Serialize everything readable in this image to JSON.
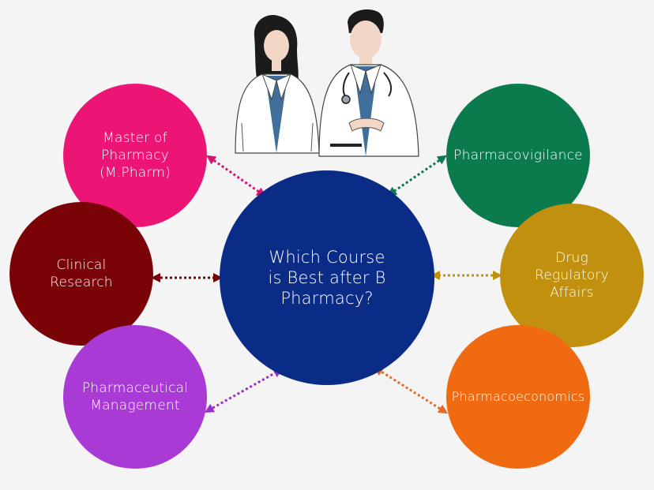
{
  "center": {
    "text": "Which Course\nis Best after B\nPharmacy?",
    "color": "#0a2c86"
  },
  "courses": [
    {
      "text": "Master of\nPharmacy\n(M.Pharm)",
      "color": "#ec1576",
      "arrow_color": "#d6136e"
    },
    {
      "text": "Clinical\nResearch",
      "color": "#7a0308",
      "arrow_color": "#7a0308"
    },
    {
      "text": "Pharmaceutical\nManagement",
      "color": "#a93ad6",
      "arrow_color": "#9b2fc8"
    },
    {
      "text": "Pharmacovigilance",
      "color": "#0b7a4d",
      "arrow_color": "#0b7a4d"
    },
    {
      "text": "Drug\nRegulatory\nAffairs",
      "color": "#c1900e",
      "arrow_color": "#c1900e"
    },
    {
      "text": "Pharmacoeconomics",
      "color": "#f06a12",
      "arrow_color": "#e66a2a"
    }
  ],
  "illustration": {
    "icon": "doctors-illustration"
  }
}
